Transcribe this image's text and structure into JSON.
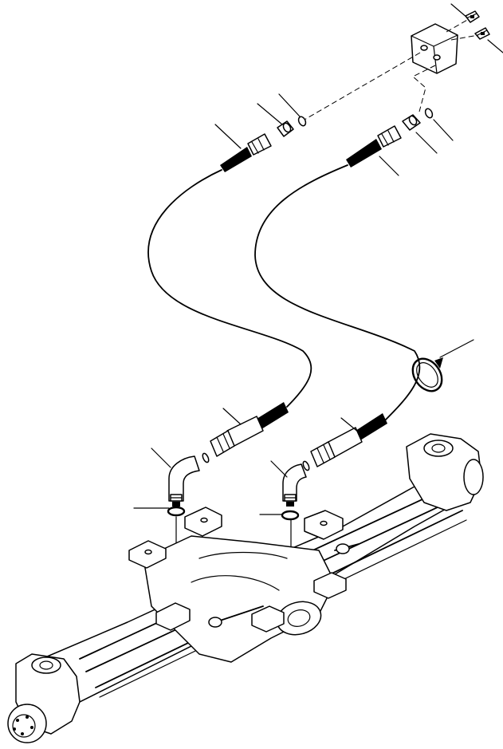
{
  "diagram": {
    "callout_count": 15,
    "colors": {
      "line": "#000000",
      "background": "#ffffff"
    },
    "parts": [
      "fitting-upper-left",
      "fitting-upper-right",
      "manifold-block",
      "o-ring-upper-left",
      "adapter-upper-left",
      "hose-left",
      "o-ring-upper-right",
      "adapter-upper-right",
      "hose-right",
      "hose-clamp",
      "elbow-left",
      "washer-left",
      "elbow-right",
      "washer-right",
      "front-axle-assembly"
    ]
  }
}
